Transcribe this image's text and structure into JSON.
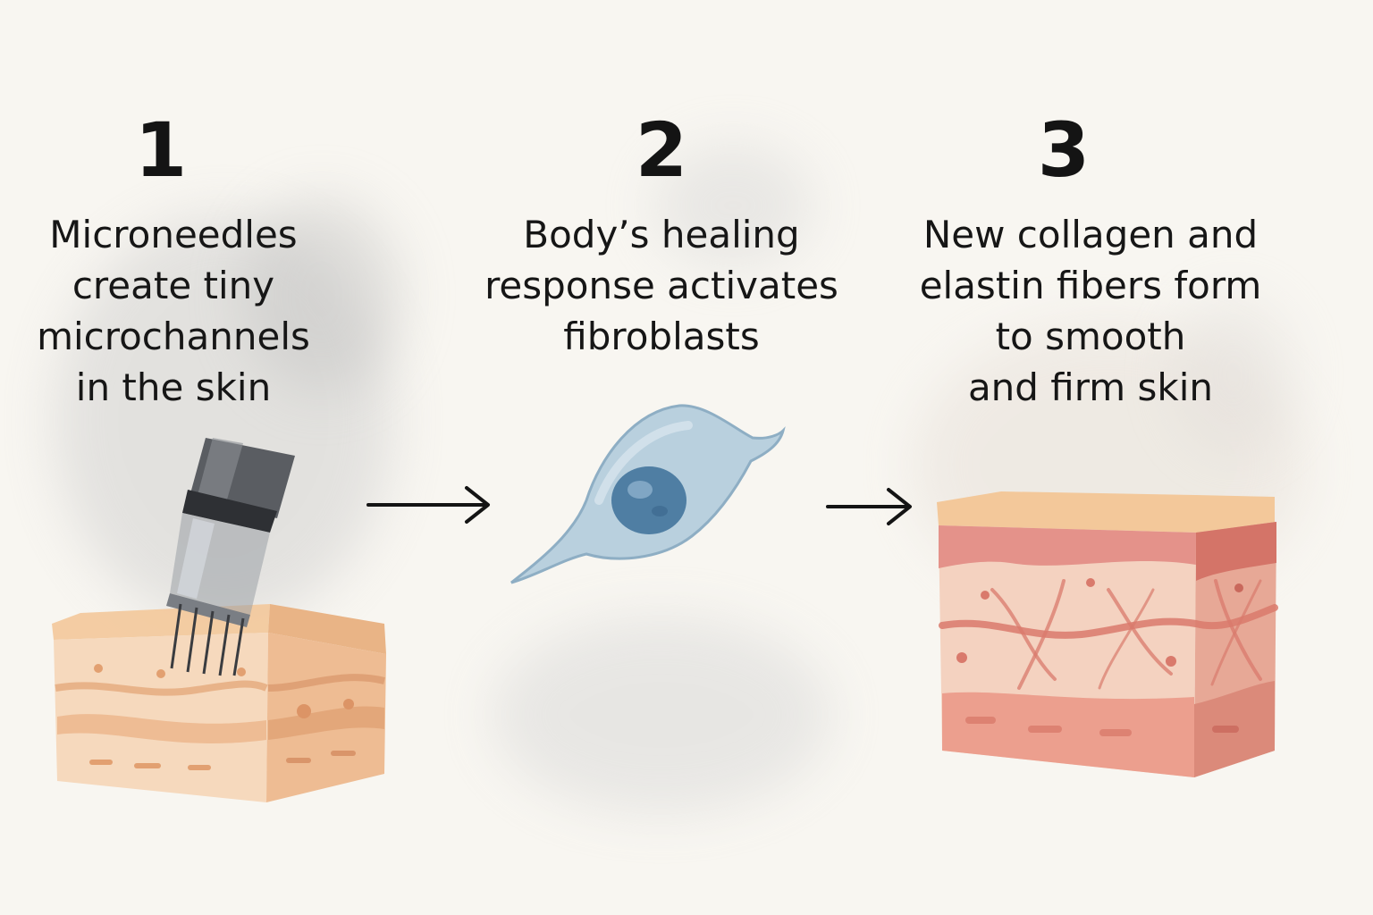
{
  "steps": [
    {
      "number": "1",
      "lines": [
        "Microneedles",
        "create tiny",
        "microchannels",
        "in the skin"
      ]
    },
    {
      "number": "2",
      "lines": [
        "Body’s healing",
        "response activates",
        "fibroblasts"
      ]
    },
    {
      "number": "3",
      "lines": [
        "New collagen and",
        "elastin fibers form",
        "to smooth",
        "and firm skin"
      ]
    }
  ],
  "icons": {
    "step1": "microneedle-pen-on-skin-icon",
    "step2": "fibroblast-cell-icon",
    "step3": "collagen-skin-block-icon",
    "arrow": "right-arrow-icon"
  },
  "colors": {
    "background": "#f8f6f1",
    "skin_top": "#f3c89a",
    "skin_mid": "#f6d9bd",
    "skin_dark": "#e5a77a",
    "cell_body": "#b9d0de",
    "cell_nucleus": "#4f7ea3",
    "collagen": "#d97a6c",
    "ink": "#141414"
  }
}
